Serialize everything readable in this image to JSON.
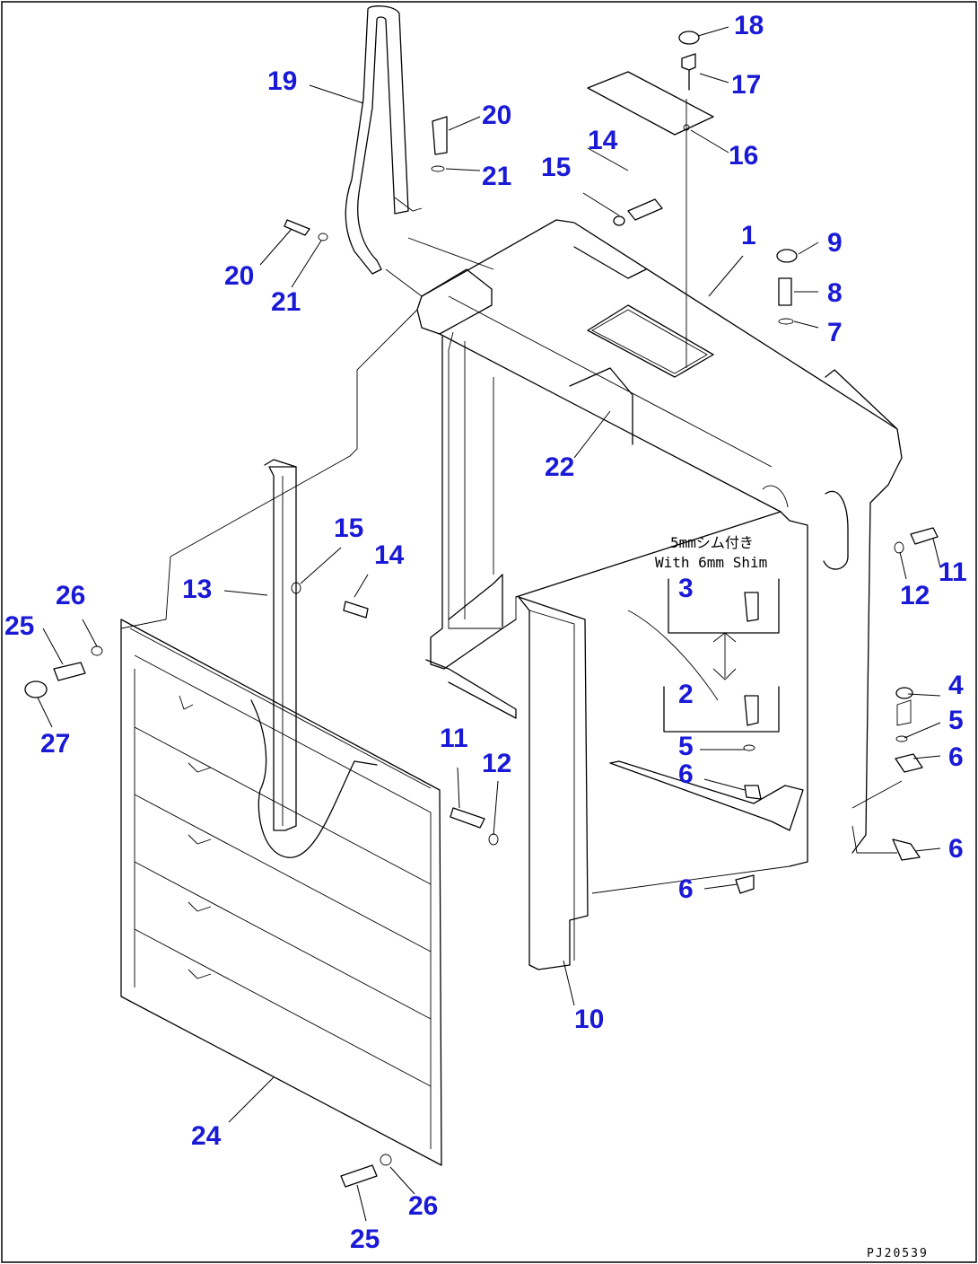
{
  "callouts": [
    {
      "id": "c18",
      "text": "18"
    },
    {
      "id": "c17",
      "text": "17"
    },
    {
      "id": "c16",
      "text": "16"
    },
    {
      "id": "c19",
      "text": "19"
    },
    {
      "id": "c20a",
      "text": "20"
    },
    {
      "id": "c21a",
      "text": "21"
    },
    {
      "id": "c14a",
      "text": "14"
    },
    {
      "id": "c15a",
      "text": "15"
    },
    {
      "id": "c1",
      "text": "1"
    },
    {
      "id": "c9",
      "text": "9"
    },
    {
      "id": "c8",
      "text": "8"
    },
    {
      "id": "c7",
      "text": "7"
    },
    {
      "id": "c20b",
      "text": "20"
    },
    {
      "id": "c21b",
      "text": "21"
    },
    {
      "id": "c22",
      "text": "22"
    },
    {
      "id": "c11a",
      "text": "11"
    },
    {
      "id": "c12a",
      "text": "12"
    },
    {
      "id": "c3",
      "text": "3"
    },
    {
      "id": "c15b",
      "text": "15"
    },
    {
      "id": "c14b",
      "text": "14"
    },
    {
      "id": "c13",
      "text": "13"
    },
    {
      "id": "c26a",
      "text": "26"
    },
    {
      "id": "c25a",
      "text": "25"
    },
    {
      "id": "c27",
      "text": "27"
    },
    {
      "id": "c2",
      "text": "2"
    },
    {
      "id": "c4",
      "text": "4"
    },
    {
      "id": "c5a",
      "text": "5"
    },
    {
      "id": "c6a",
      "text": "6"
    },
    {
      "id": "c5b",
      "text": "5"
    },
    {
      "id": "c6b",
      "text": "6"
    },
    {
      "id": "c11b",
      "text": "11"
    },
    {
      "id": "c12b",
      "text": "12"
    },
    {
      "id": "c6c",
      "text": "6"
    },
    {
      "id": "c6d",
      "text": "6"
    },
    {
      "id": "c10",
      "text": "10"
    },
    {
      "id": "c24",
      "text": "24"
    },
    {
      "id": "c26b",
      "text": "26"
    },
    {
      "id": "c25b",
      "text": "25"
    }
  ],
  "shim_note": {
    "line1": "5mmシム付き",
    "line2": "With 6mm Shim"
  },
  "drawing_code": "PJ20539"
}
